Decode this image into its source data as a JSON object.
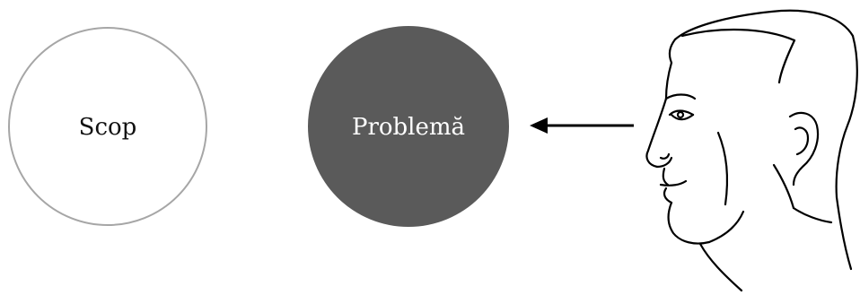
{
  "goal_circle": {
    "label": "Scop",
    "fill": "#ffffff",
    "stroke": "#a6a6a6",
    "text_color": "#111111"
  },
  "problem_circle": {
    "label": "Problemă",
    "fill": "#5a5a5a",
    "text_color": "#ffffff"
  },
  "arrow": {
    "direction": "left",
    "color": "#000000"
  },
  "face": {
    "icon": "human-head-profile-icon",
    "facing": "left",
    "stroke": "#000000"
  }
}
